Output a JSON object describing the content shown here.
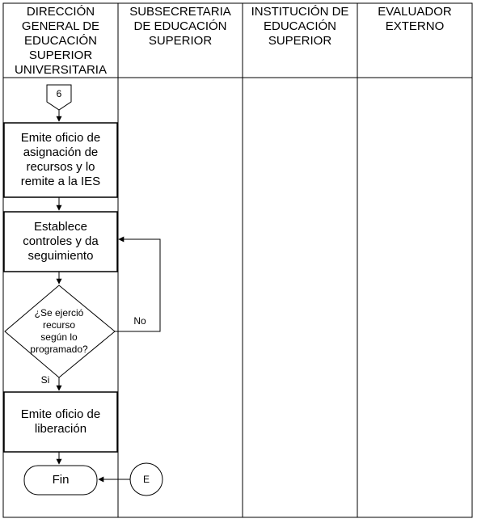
{
  "lanes": [
    {
      "label": "DIRECCIÓN\nGENERAL DE\nEDUCACIÓN\nSUPERIOR\nUNIVERSITARIA"
    },
    {
      "label": "SUBSECRETARIA\nDE EDUCACIÓN\nSUPERIOR"
    },
    {
      "label": "INSTITUCIÓN DE\nEDUCACIÓN\nSUPERIOR"
    },
    {
      "label": "EVALUADOR\nEXTERNO"
    }
  ],
  "nodes": {
    "connector_in": "6",
    "step_emit_assignment": "Emite oficio de\nasignación de\nrecursos y lo\nremite a la IES",
    "step_controls": "Establece\ncontroles y da\nseguimiento",
    "decision": "¿Se ejerció\nrecurso\nsegún lo\nprogramado?",
    "step_emit_release": "Emite oficio de\nliberación",
    "end": "Fin",
    "connector_e": "E"
  },
  "edge_labels": {
    "no": "No",
    "yes": "Si"
  }
}
